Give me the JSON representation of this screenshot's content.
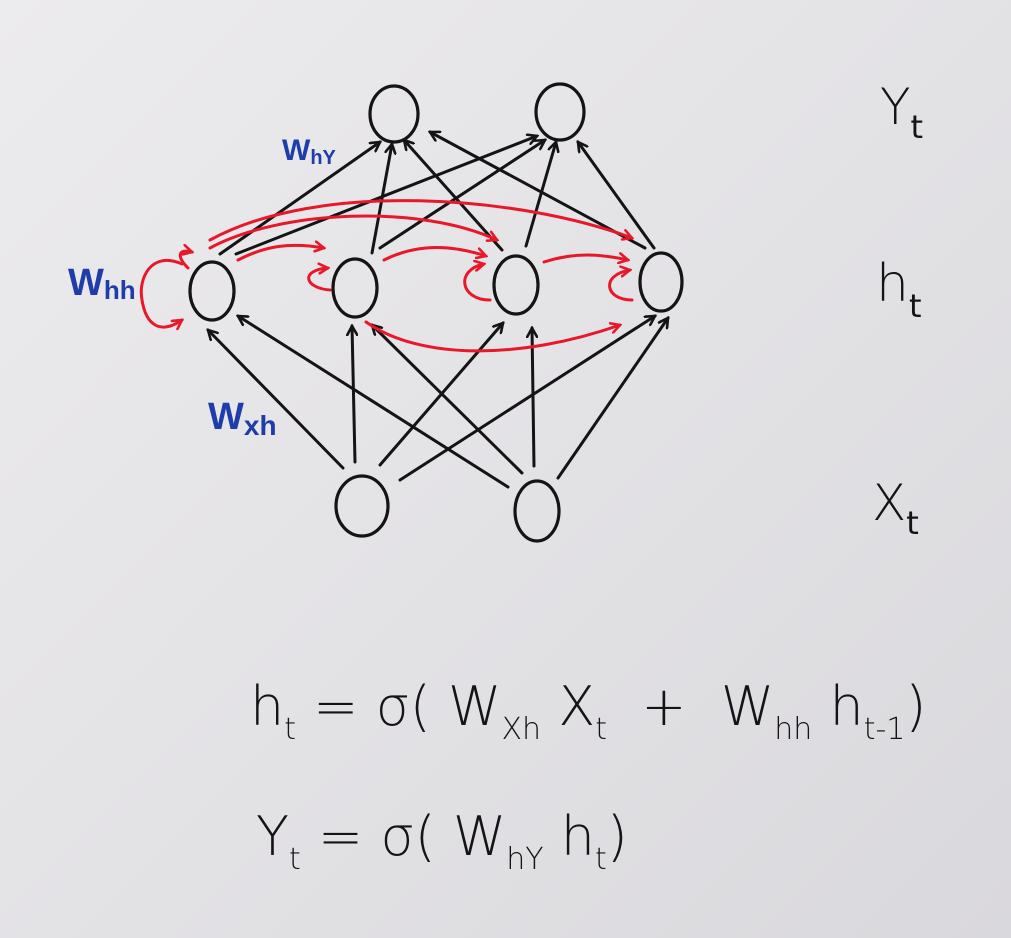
{
  "layer_labels": {
    "output": {
      "main": "Y",
      "sub": "t"
    },
    "hidden": {
      "main": "h",
      "sub": "t"
    },
    "input": {
      "main": "X",
      "sub": "t"
    }
  },
  "weight_labels": {
    "w_hy": {
      "main": "W",
      "sub": "hY"
    },
    "w_hh": {
      "main": "W",
      "sub": "hh"
    },
    "w_xh": {
      "main": "W",
      "sub": "xh"
    }
  },
  "equations": {
    "hidden": {
      "lhs": "h",
      "lhs_sub": "t",
      "eq": " = σ( ",
      "w1": "W",
      "w1_sub": "Xh",
      "x": " X",
      "x_sub": "t",
      "plus": "  +  ",
      "w2": "W",
      "w2_sub": "hh",
      "h": " h",
      "h_sub": "t-1",
      "close": ")"
    },
    "output": {
      "lhs": "Y",
      "lhs_sub": "t",
      "eq": " = σ( ",
      "w": "W",
      "w_sub": "hY",
      "h": " h",
      "h_sub": "t",
      "close": ")"
    }
  },
  "colors": {
    "ink": "#141414",
    "recurrent": "#e8182a",
    "weight_label": "#1e3da8"
  }
}
